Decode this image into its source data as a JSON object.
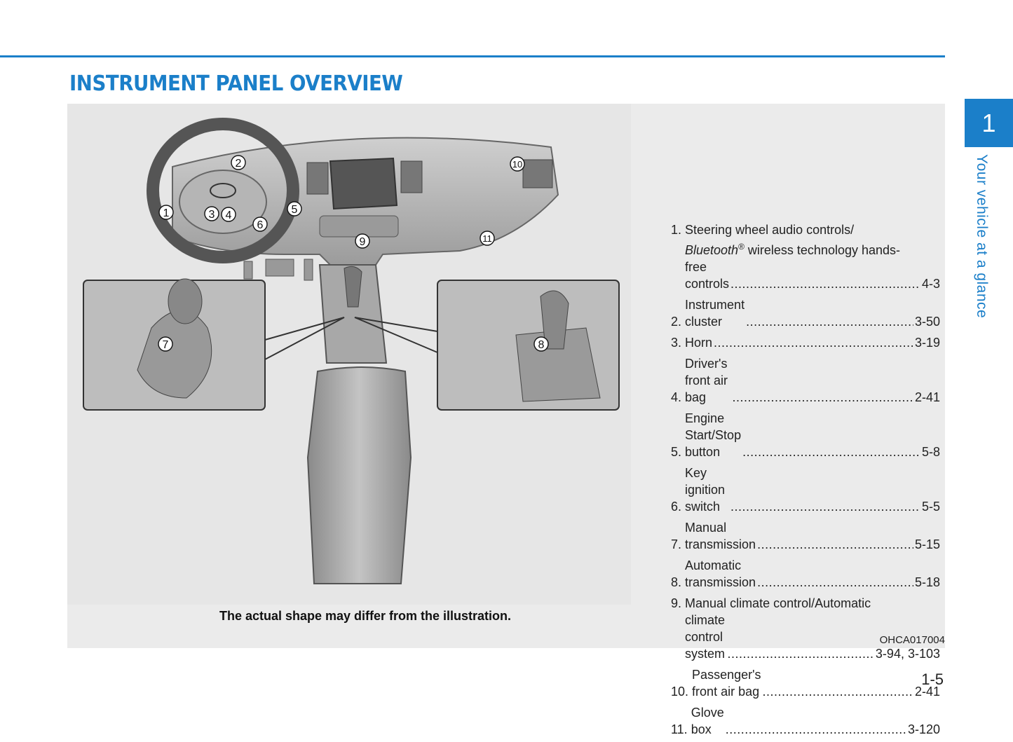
{
  "header": {
    "title": "INSTRUMENT PANEL OVERVIEW"
  },
  "illustration": {
    "caption": "The actual shape may differ from the illustration.",
    "code": "OHCA017004",
    "callouts": [
      "1",
      "2",
      "3",
      "4",
      "5",
      "6",
      "7",
      "8",
      "9",
      "10",
      "11"
    ]
  },
  "legend": {
    "items": [
      {
        "num": "1.",
        "line1": "Steering wheel audio controls/",
        "italic": "Bluetooth",
        "sup": "®",
        "line2": " wireless technology hands-",
        "line3": "free controls",
        "page": "4-3"
      },
      {
        "num": "2.",
        "text": "Instrument cluster",
        "page": "3-50"
      },
      {
        "num": "3.",
        "text": "Horn",
        "page": "3-19"
      },
      {
        "num": "4.",
        "text": "Driver's front air bag",
        "page": "2-41"
      },
      {
        "num": "5.",
        "text": "Engine Start/Stop button",
        "page": "5-8"
      },
      {
        "num": "6.",
        "text": "Key ignition switch",
        "page": "5-5"
      },
      {
        "num": "7.",
        "text": "Manual transmission",
        "page": "5-15"
      },
      {
        "num": "8.",
        "text": "Automatic transmission",
        "page": "5-18"
      },
      {
        "num": "9.",
        "line1": "Manual climate control/Automatic",
        "line2": "climate control system",
        "page": "3-94, 3-103"
      },
      {
        "num": "10.",
        "text": "Passenger's front air bag",
        "page": "2-41"
      },
      {
        "num": "11.",
        "text": "Glove box",
        "page": "3-120"
      }
    ]
  },
  "sidebar": {
    "chapter_number": "1",
    "chapter_title": "Your vehicle at a glance"
  },
  "footer": {
    "page_number": "1-5"
  }
}
